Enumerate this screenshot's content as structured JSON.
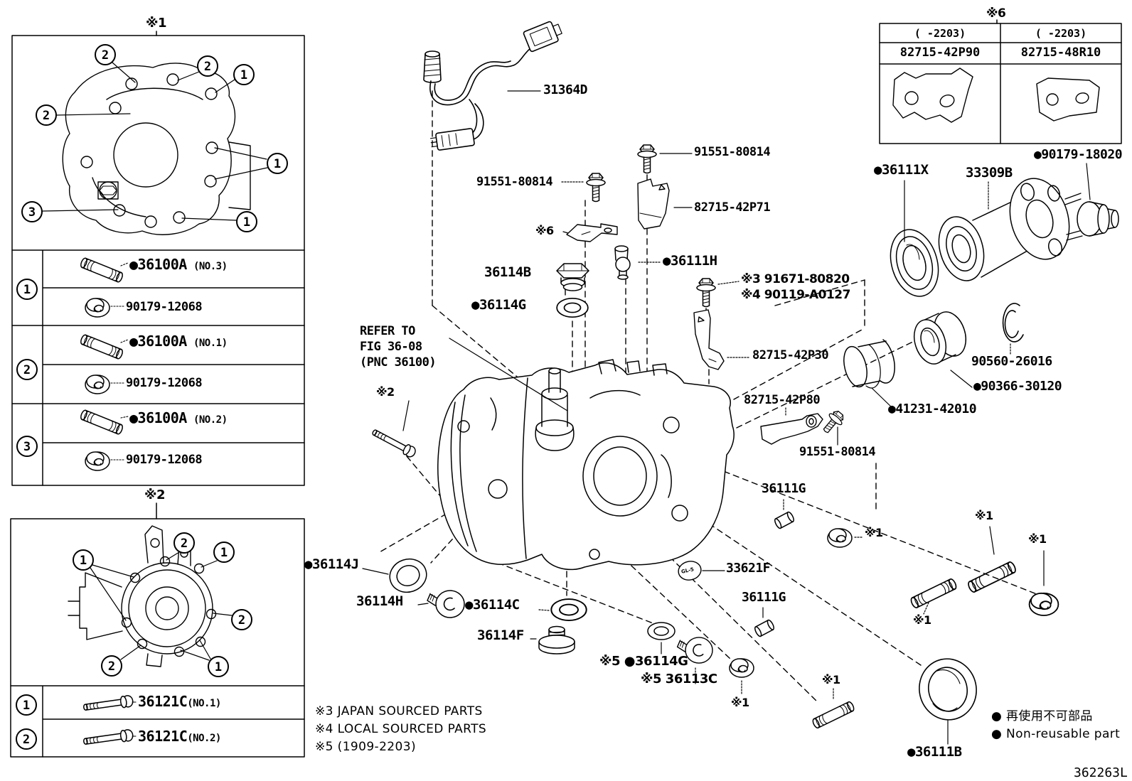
{
  "figure_code": "362263L",
  "legend": {
    "jp": "● 再使用不可部品",
    "en": "● Non-reusable part"
  },
  "notes": [
    "※3 JAPAN SOURCED PARTS",
    "※4 LOCAL SOURCED PARTS",
    "※5 (1909-2203)"
  ],
  "box1": {
    "mark": "※1",
    "callouts": [
      "2",
      "2",
      "1",
      "2",
      "1",
      "3",
      "1"
    ],
    "rows": [
      {
        "num": "1",
        "part": "●36100A",
        "suffix": "(NO.3)",
        "nut": "90179-12068"
      },
      {
        "num": "2",
        "part": "●36100A",
        "suffix": "(NO.1)",
        "nut": "90179-12068"
      },
      {
        "num": "3",
        "part": "●36100A",
        "suffix": "(NO.2)",
        "nut": "90179-12068"
      }
    ]
  },
  "box2": {
    "mark": "※2",
    "callouts": [
      "1",
      "2",
      "1",
      "2",
      "2",
      "1"
    ],
    "rows": [
      {
        "num": "1",
        "part": "36121C",
        "suffix": "(NO.1)"
      },
      {
        "num": "2",
        "part": "36121C",
        "suffix": "(NO.2)"
      }
    ]
  },
  "table6": {
    "mark": "※6",
    "cells": [
      {
        "range": "(      -2203)",
        "part": "82715-42P90"
      },
      {
        "range": "(      -2203)",
        "part": "82715-48R10"
      }
    ]
  },
  "parts": {
    "harness": "31364D",
    "bolt": "91551-80814",
    "bracket_a": "82715-42P71",
    "bracket_b": "82715-42P30",
    "bracket_c": "82715-42P80",
    "plug_b": "36114B",
    "gasket_g": "●36114G",
    "sensor_h": "●36111H",
    "bolt_j3": "※3 91671-80820",
    "bolt_j4": "※4 90119-A0127",
    "refer1": "REFER TO",
    "refer2": "FIG 36-08",
    "refer3": "(PNC 36100)",
    "seal_x": "●36111X",
    "sleeve": "33309B",
    "cap": "●90179-18020",
    "snap_ring": "90560-26016",
    "bearing": "●90366-30120",
    "spacer": "●41231-42010",
    "pin": "36111G",
    "plate": "33621F",
    "plate_text": "GL-5",
    "oring_j": "●36114J",
    "plug_h": "36114H",
    "gasket_c": "●36114C",
    "plug_f": "36114F",
    "gasket_g5": "※5 ●36114G",
    "plug_13c": "※5 36113C",
    "seal_b": "●36111B",
    "star1": "※1",
    "star2": "※2",
    "star6": "※6"
  }
}
